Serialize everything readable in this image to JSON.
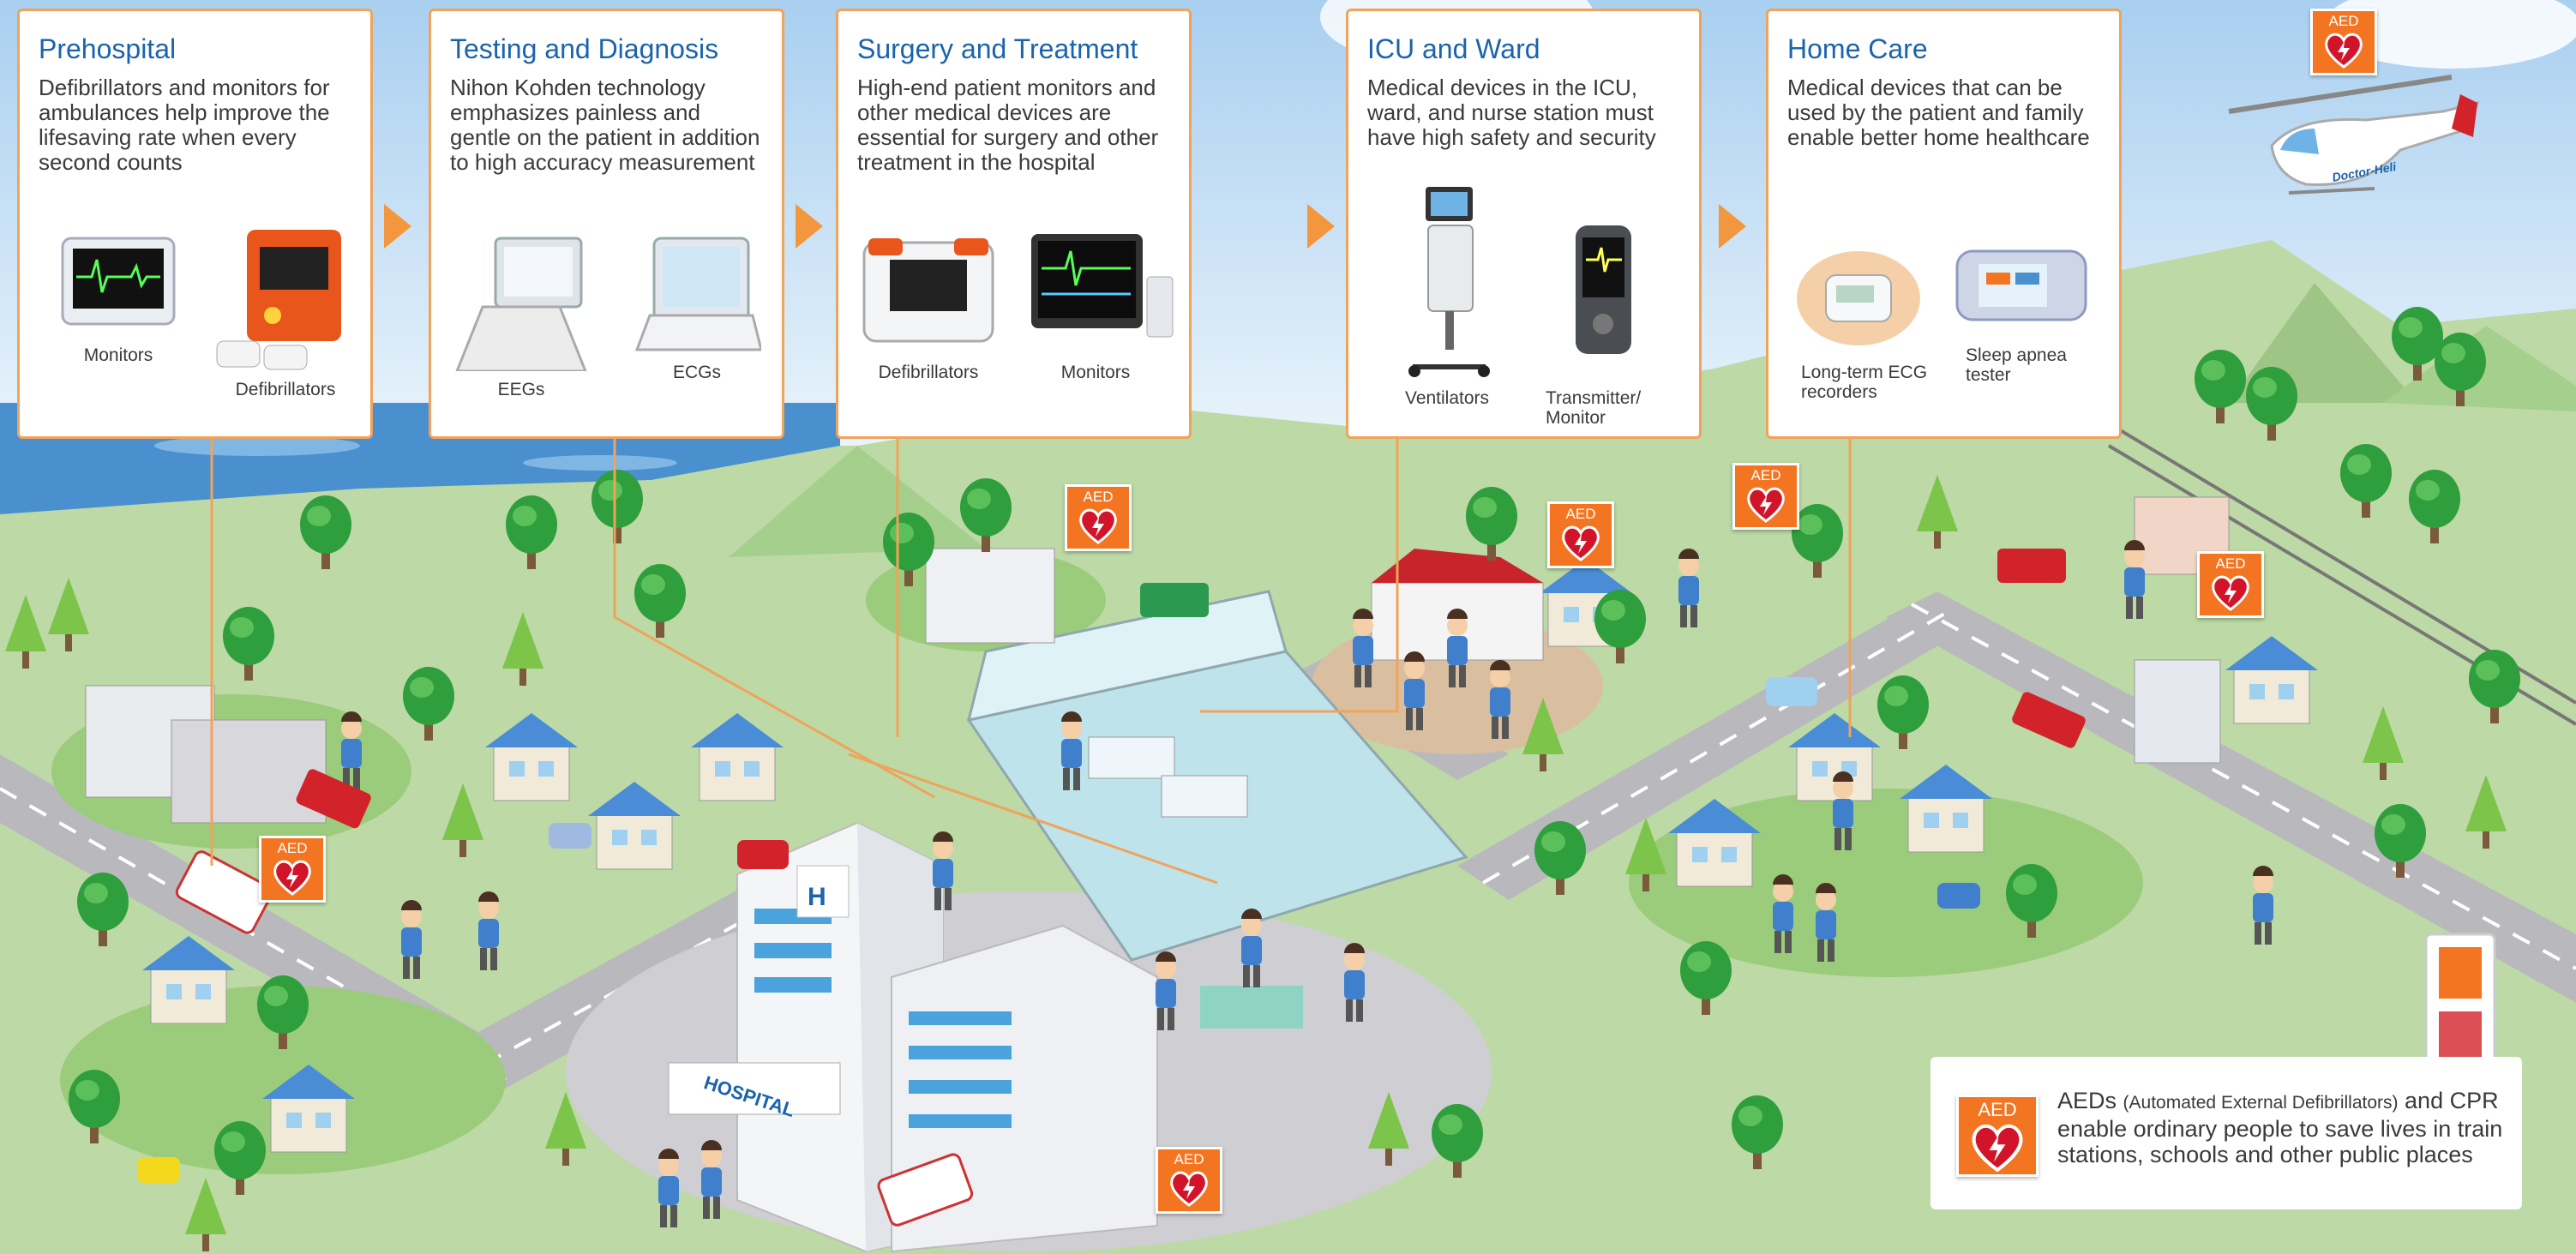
{
  "stages": [
    {
      "title": "Prehospital",
      "description": "Defibrillators and monitors for ambulances help improve the lifesaving rate when every second counts",
      "devices": [
        {
          "label": "Monitors",
          "icon": "patient-monitor-icon"
        },
        {
          "label": "Defibrillators",
          "icon": "defibrillator-icon"
        }
      ]
    },
    {
      "title": "Testing and Diagnosis",
      "description": "Nihon Kohden technology emphasizes painless and gentle on the patient in addition to high accuracy measurement",
      "devices": [
        {
          "label": "EEGs",
          "icon": "eeg-icon"
        },
        {
          "label": "ECGs",
          "icon": "ecg-icon"
        }
      ]
    },
    {
      "title": "Surgery and Treatment",
      "description": "High-end patient monitors and other medical devices are essential for surgery and other treatment in the hospital",
      "devices": [
        {
          "label": "Defibrillators",
          "icon": "defibrillator-icon"
        },
        {
          "label": "Monitors",
          "icon": "patient-monitor-icon"
        }
      ]
    },
    {
      "title": "ICU and Ward",
      "description": "Medical devices in the ICU, ward, and nurse station must have high safety and security",
      "devices": [
        {
          "label": "Ventilators",
          "icon": "ventilator-icon"
        },
        {
          "label": "Transmitter/ Monitor",
          "icon": "transmitter-icon"
        }
      ]
    },
    {
      "title": "Home Care",
      "description": "Medical devices that can be used by the patient and family enable better home healthcare",
      "devices": [
        {
          "label": "Long-term ECG recorders",
          "icon": "ecg-recorder-icon"
        },
        {
          "label": "Sleep apnea tester",
          "icon": "sleep-apnea-tester-icon"
        }
      ]
    }
  ],
  "aed_badge": "AED",
  "hospital_sign": "HOSPITAL",
  "helicopter_label": "Doctor-Heli",
  "aed_note": {
    "lead": "AEDs",
    "paren": "(Automated External Defibrillators)",
    "text": "and CPR enable ordinary people to save lives in train stations, schools and other public places"
  },
  "colors": {
    "title": "#1a63ad",
    "border": "#f0a35a",
    "aed": "#f37521",
    "sky": "#cfe6f5",
    "sea": "#4a8fce",
    "grass": "#bcd9a6",
    "road": "#b9b9bd"
  }
}
